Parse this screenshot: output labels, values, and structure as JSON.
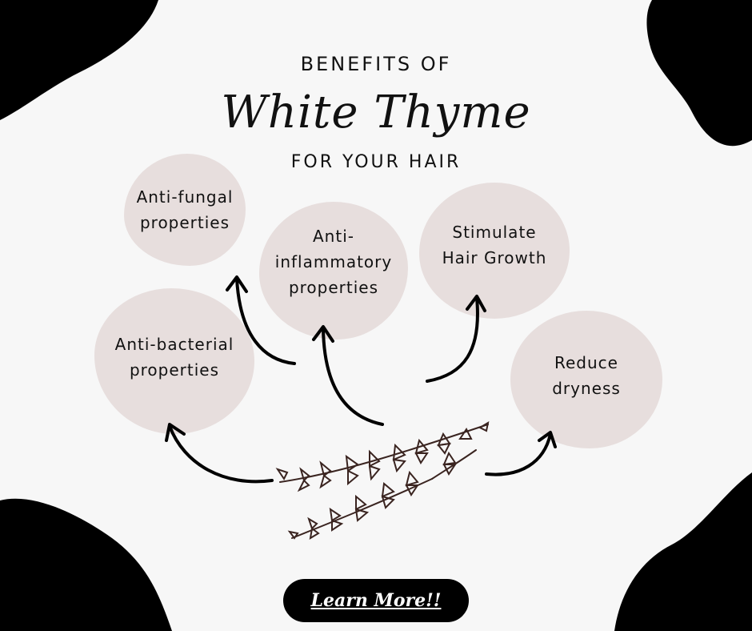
{
  "header": {
    "line1": "BENEFITS OF",
    "line2": "White Thyme",
    "line3": "FOR YOUR HAIR"
  },
  "benefits": [
    {
      "line1": "Anti-fungal",
      "line2": "properties",
      "line3": ""
    },
    {
      "line1": "Anti-",
      "line2": "inflammatory",
      "line3": "properties"
    },
    {
      "line1": "Stimulate",
      "line2": "Hair Growth",
      "line3": ""
    },
    {
      "line1": "Anti-bacterial",
      "line2": "properties",
      "line3": ""
    },
    {
      "line1": "Reduce",
      "line2": "dryness",
      "line3": ""
    }
  ],
  "cta": {
    "label": "Learn More!!"
  },
  "colors": {
    "background": "#f7f7f7",
    "circle": "#e7dedd",
    "ink": "#111111",
    "sprig": "#3a2420"
  },
  "icons": [
    "thyme-sprig-illustration",
    "curved-arrow-icon"
  ]
}
